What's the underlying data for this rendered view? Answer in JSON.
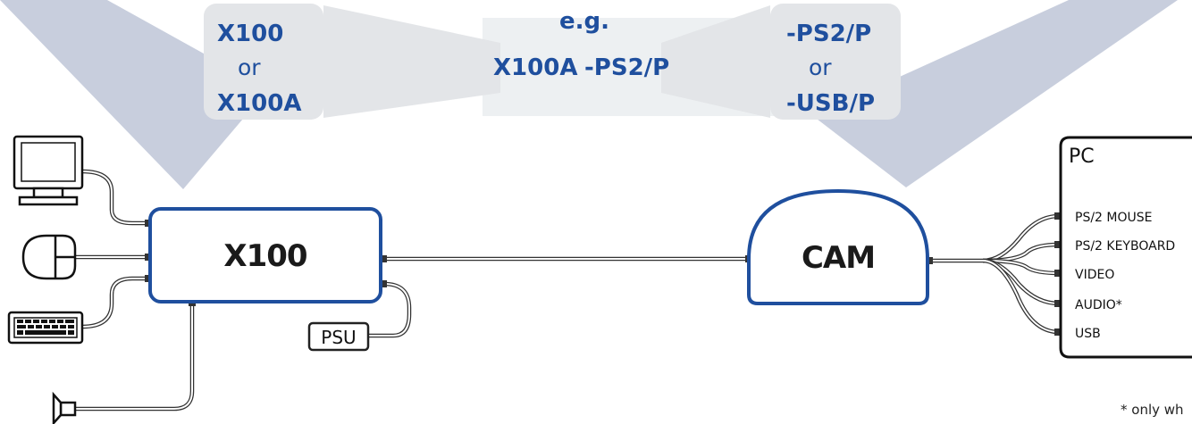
{
  "callouts": {
    "left": {
      "line1": "X100",
      "line2": "or",
      "line3": "X100A"
    },
    "center": {
      "eg": "e.g.",
      "model": "X100A",
      "variant": "-PS2/P"
    },
    "right": {
      "line1": "-PS2/P",
      "line2": "or",
      "line3": "-USB/P"
    }
  },
  "devices": {
    "x100": {
      "label": "X100"
    },
    "cam": {
      "label": "CAM"
    },
    "psu": {
      "label": "PSU"
    },
    "pc": {
      "label": "PC",
      "ports": [
        "PS/2 MOUSE",
        "PS/2 KEYBOARD",
        "VIDEO",
        "AUDIO*",
        "USB"
      ]
    }
  },
  "footnote": "* only wh",
  "colors": {
    "brand_blue": "#1f4f9e",
    "callout_gray": "#e3e5e8",
    "beam_blue": "#c8cedd"
  },
  "icons": [
    "monitor-icon",
    "mouse-icon",
    "keyboard-icon",
    "speaker-icon"
  ]
}
